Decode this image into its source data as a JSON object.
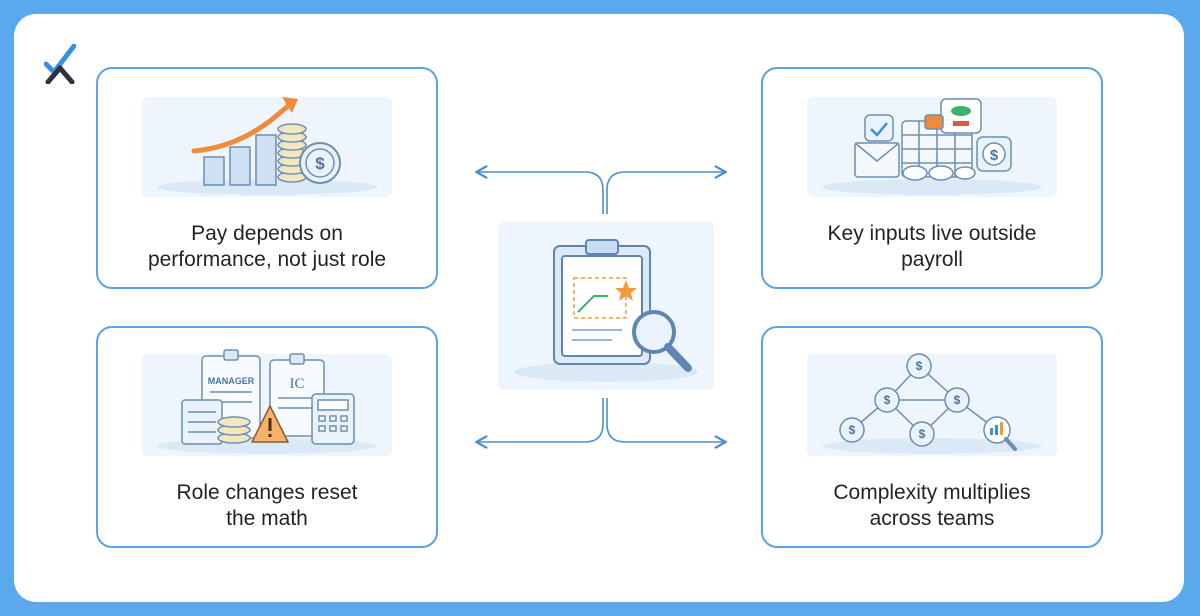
{
  "nodes": {
    "top_left": {
      "label": "Pay depends on\nperformance, not just role",
      "icon": "rising-bars-coins-icon"
    },
    "top_right": {
      "label": "Key inputs live outside\npayroll",
      "icon": "scattered-inputs-icon"
    },
    "bottom_left": {
      "label": "Role changes reset\nthe math",
      "icon": "role-documents-warning-icon"
    },
    "bottom_right": {
      "label": "Complexity multiplies\nacross teams",
      "icon": "dollar-network-icon"
    },
    "center": {
      "icon": "clipboard-magnifier-icon"
    }
  },
  "illustration_text": {
    "manager_doc": "MANAGER",
    "ic_doc": "IC",
    "dollar": "$"
  },
  "colors": {
    "background": "#5aa9ec",
    "card_border": "#5aa3e6",
    "connector": "#4b8fcf",
    "text": "#1f2328",
    "accent_orange": "#f08a3c",
    "accent_star": "#f39b3a",
    "accent_green": "#39b36a",
    "accent_red": "#e5534b"
  }
}
